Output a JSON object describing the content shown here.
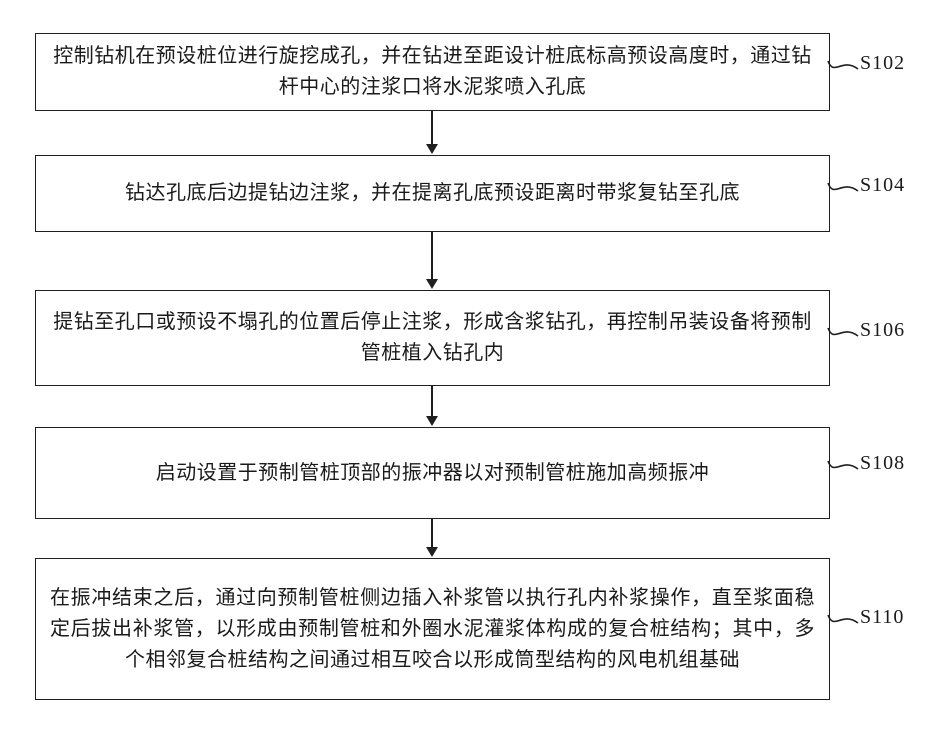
{
  "diagram": {
    "type": "flowchart",
    "orientation": "vertical",
    "colors": {
      "line": "#1f1f1f",
      "background": "#ffffff",
      "text": "#1a1a1a"
    },
    "steps": [
      {
        "label": "S102",
        "text": "控制钻机在预设桩位进行旋挖成孔，并在钻进至距设计桩底标高预设高度时，通过钻杆中心的注浆口将水泥浆喷入孔底"
      },
      {
        "label": "S104",
        "text": "钻达孔底后边提钻边注浆，并在提离孔底预设距离时带浆复钻至孔底"
      },
      {
        "label": "S106",
        "text": "提钻至孔口或预设不塌孔的位置后停止注浆，形成含浆钻孔，再控制吊装设备将预制管桩植入钻孔内"
      },
      {
        "label": "S108",
        "text": "启动设置于预制管桩顶部的振冲器以对预制管桩施加高频振冲"
      },
      {
        "label": "S110",
        "text": "在振冲结束之后，通过向预制管桩侧边插入补浆管以执行孔内补浆操作，直至浆面稳定后拔出补浆管，以形成由预制管桩和外圈水泥灌浆体构成的复合桩结构；其中，多个相邻复合桩结构之间通过相互咬合以形成筒型结构的风电机组基础"
      }
    ]
  }
}
